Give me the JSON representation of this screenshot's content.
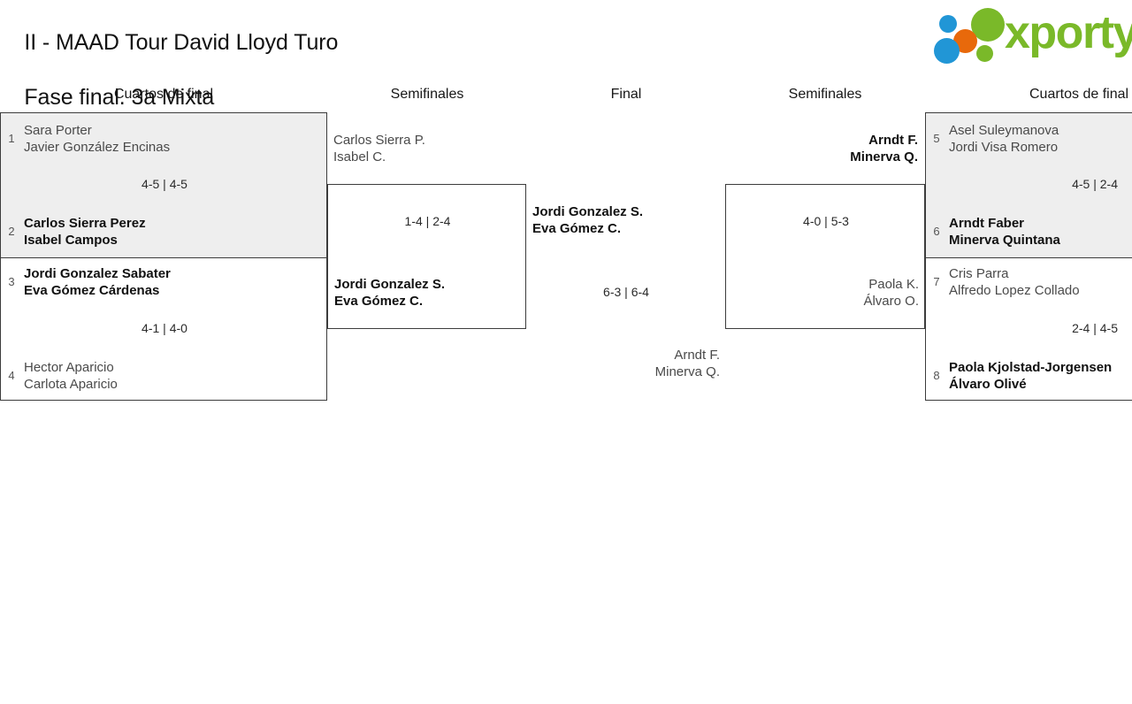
{
  "header": {
    "title": "II - MAAD Tour David Lloyd Turo\nFase final. 3a Mixta",
    "title_line1": "II - MAAD Tour David Lloyd Turo",
    "title_line2": "Fase final. 3a Mixta",
    "brand": {
      "wordmark": "xporty",
      "colors": {
        "green": "#7ab929",
        "blue": "#2196d6",
        "orange": "#e8690b"
      }
    }
  },
  "rounds": [
    {
      "label": "Cuartos de final"
    },
    {
      "label": "Semifinales"
    },
    {
      "label": "Final"
    },
    {
      "label": "Semifinales"
    },
    {
      "label": "Cuartos de final"
    }
  ],
  "bracket": {
    "left_quarterfinals": [
      {
        "shaded": true,
        "score": "4-5 | 4-5",
        "top": {
          "seed": "1",
          "player1": "Sara Porter",
          "player2": "Javier González Encinas",
          "result": "loser"
        },
        "bottom": {
          "seed": "2",
          "player1": "Carlos Sierra Perez",
          "player2": "Isabel Campos",
          "result": "winner"
        }
      },
      {
        "shaded": false,
        "score": "4-1 | 4-0",
        "top": {
          "seed": "3",
          "player1": "Jordi Gonzalez Sabater",
          "player2": "Eva Gómez Cárdenas",
          "result": "winner"
        },
        "bottom": {
          "seed": "4",
          "player1": "Hector Aparicio",
          "player2": "Carlota Aparicio",
          "result": "loser"
        }
      }
    ],
    "left_semifinal": {
      "score": "1-4 | 2-4",
      "top": {
        "player1": "Carlos Sierra P.",
        "player2": "Isabel C.",
        "result": "loser"
      },
      "bottom": {
        "player1": "Jordi Gonzalez S.",
        "player2": "Eva Gómez C.",
        "result": "winner"
      }
    },
    "final": {
      "score": "6-3 | 6-4",
      "top": {
        "player1": "Jordi Gonzalez S.",
        "player2": "Eva Gómez C.",
        "result": "winner"
      },
      "bottom": {
        "player1": "Arndt F.",
        "player2": "Minerva Q.",
        "result": "loser"
      }
    },
    "right_semifinal": {
      "score": "4-0 | 5-3",
      "top": {
        "player1": "Arndt F.",
        "player2": "Minerva Q.",
        "result": "winner"
      },
      "bottom": {
        "player1": "Paola K.",
        "player2": "Álvaro O.",
        "result": "loser"
      }
    },
    "right_quarterfinals": [
      {
        "shaded": true,
        "score": "4-5 | 2-4",
        "top": {
          "seed": "5",
          "player1": "Asel Suleymanova",
          "player2": "Jordi Visa Romero",
          "result": "loser"
        },
        "bottom": {
          "seed": "6",
          "player1": "Arndt Faber",
          "player2": "Minerva Quintana",
          "result": "winner"
        }
      },
      {
        "shaded": false,
        "score": "2-4 | 4-5",
        "top": {
          "seed": "7",
          "player1": "Cris Parra",
          "player2": "Alfredo Lopez Collado",
          "result": "loser"
        },
        "bottom": {
          "seed": "8",
          "player1": "Paola Kjolstad-Jorgensen",
          "player2": "Álvaro Olivé",
          "result": "winner"
        }
      }
    ]
  }
}
